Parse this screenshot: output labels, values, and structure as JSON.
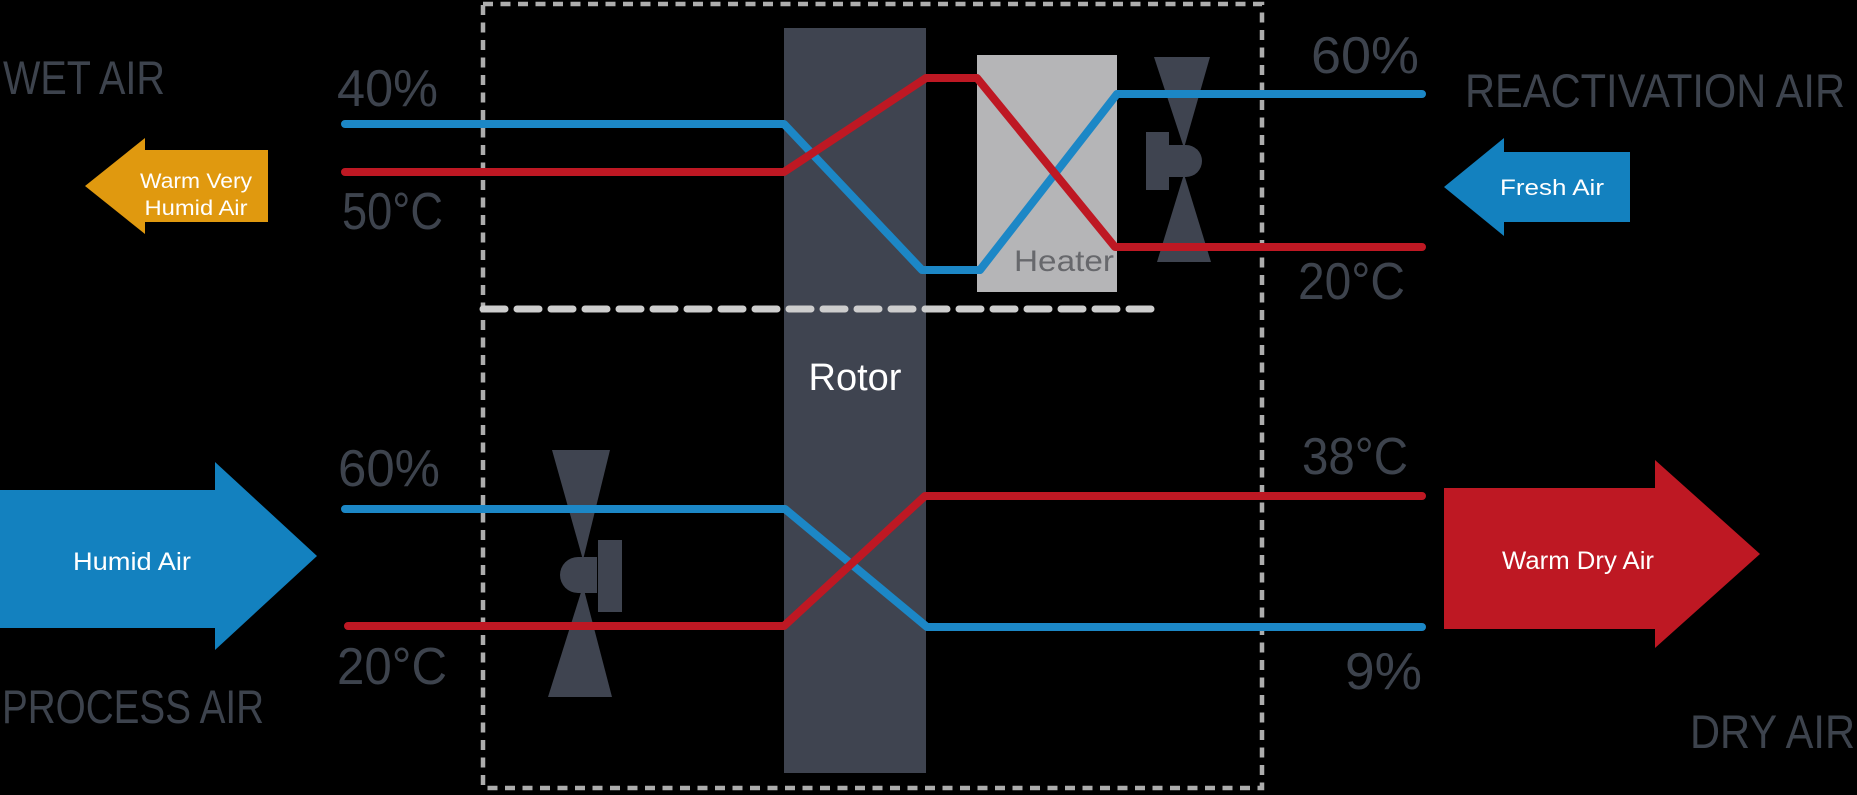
{
  "colors": {
    "background": "#000000",
    "blue_line": "#1c87c6",
    "red_line": "#be1823",
    "blue_arrow": "#1381bf",
    "red_arrow": "#be1823",
    "orange": "#e0990f",
    "dark": "#3f4450",
    "label": "#3d434d",
    "heater_fill": "#b5b5b7",
    "heater_text": "#67686c",
    "dash_outer": "#adadad",
    "dash_mid": "#cdcdcd",
    "white": "#ffffff"
  },
  "labels": {
    "wet_air": "WET AIR",
    "reactivation_air": "REACTIVATION AIR",
    "process_air": "PROCESS AIR",
    "dry_air": "DRY AIR"
  },
  "components": {
    "rotor": "Rotor",
    "heater": "Heater"
  },
  "streams": {
    "wet_exhaust": {
      "humidity": "40%",
      "temperature": "50°C"
    },
    "reactivation_inlet": {
      "humidity": "60%",
      "temperature": "20°C"
    },
    "process_inlet": {
      "humidity": "60%",
      "temperature": "20°C"
    },
    "dry_outlet": {
      "temperature": "38°C",
      "humidity": "9%"
    }
  },
  "arrows": {
    "wet_exhaust": {
      "line1": "Warm Very",
      "line2": "Humid Air"
    },
    "fresh_inlet": {
      "label": "Fresh Air"
    },
    "process_inlet": {
      "label": "Humid Air"
    },
    "dry_outlet": {
      "label": "Warm Dry Air"
    }
  }
}
